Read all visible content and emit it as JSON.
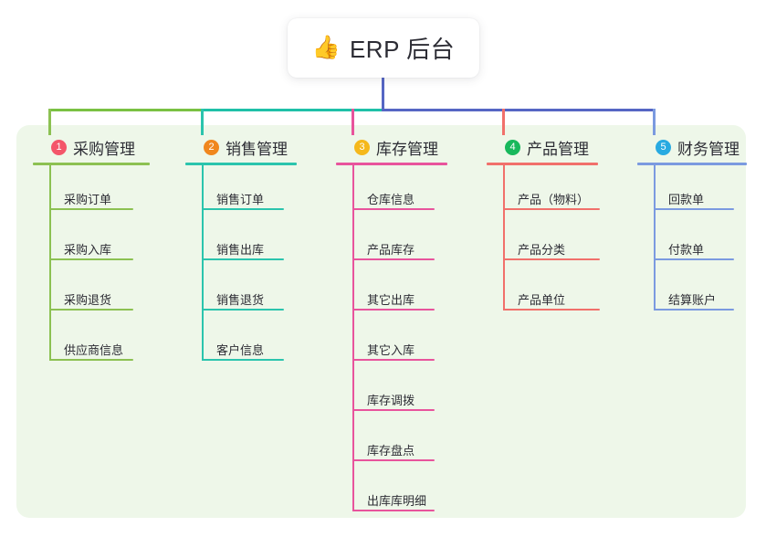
{
  "root": {
    "emoji": "👍",
    "emoji_name": "thumbs-up-icon",
    "title": "ERP 后台"
  },
  "colors": {
    "panel_bg": "#eef7e9",
    "page_bg": "#ffffff",
    "root_stem": "#5566c4",
    "bar_left": "#7ac143",
    "bar_mid": "#1fc0a8",
    "bar_right": "#5566c4",
    "text": "#2c2c34"
  },
  "columns": [
    {
      "number": "1",
      "title": "采购管理",
      "badge_color": "#f4566a",
      "line_color": "#8cc152",
      "items": [
        "采购订单",
        "采购入库",
        "采购退货",
        "供应商信息"
      ]
    },
    {
      "number": "2",
      "title": "销售管理",
      "badge_color": "#f0871e",
      "line_color": "#2bc4ad",
      "items": [
        "销售订单",
        "销售出库",
        "销售退货",
        "客户信息"
      ]
    },
    {
      "number": "3",
      "title": "库存管理",
      "badge_color": "#f5b81b",
      "line_color": "#e8549c",
      "items": [
        "仓库信息",
        "产品库存",
        "其它出库",
        "其它入库",
        "库存调拨",
        "库存盘点",
        "出库库明细"
      ]
    },
    {
      "number": "4",
      "title": "产品管理",
      "badge_color": "#18b85c",
      "line_color": "#f1706b",
      "items": [
        "产品（物料）",
        "产品分类",
        "产品单位"
      ]
    },
    {
      "number": "5",
      "title": "财务管理",
      "badge_color": "#28aae1",
      "line_color": "#7b9ae0",
      "items": [
        "回款单",
        "付款单",
        "结算账户"
      ]
    }
  ]
}
